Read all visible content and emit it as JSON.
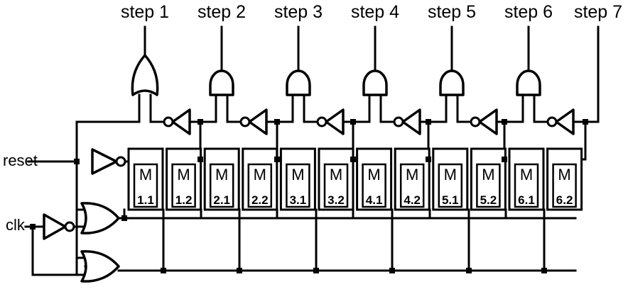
{
  "step_labels": [
    "step 1",
    "step 2",
    "step 3",
    "step 4",
    "step 5",
    "step 6",
    "step 7"
  ],
  "inputs": {
    "reset": "reset",
    "clk": "clk"
  },
  "modules": [
    {
      "letter": "M",
      "id": "1.1"
    },
    {
      "letter": "M",
      "id": "1.2"
    },
    {
      "letter": "M",
      "id": "2.1"
    },
    {
      "letter": "M",
      "id": "2.2"
    },
    {
      "letter": "M",
      "id": "3.1"
    },
    {
      "letter": "M",
      "id": "3.2"
    },
    {
      "letter": "M",
      "id": "4.1"
    },
    {
      "letter": "M",
      "id": "4.2"
    },
    {
      "letter": "M",
      "id": "5.1"
    },
    {
      "letter": "M",
      "id": "5.2"
    },
    {
      "letter": "M",
      "id": "6.1"
    },
    {
      "letter": "M",
      "id": "6.2"
    }
  ],
  "gates": {
    "top": [
      "or",
      "and",
      "and",
      "and",
      "and",
      "and"
    ],
    "clock": [
      "or",
      "or"
    ]
  }
}
